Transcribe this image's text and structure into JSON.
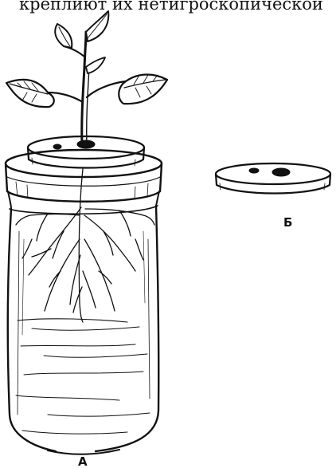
{
  "caption": "креплиют их нетигроскопической",
  "labels": {
    "jar": "А",
    "disc": "Б"
  }
}
